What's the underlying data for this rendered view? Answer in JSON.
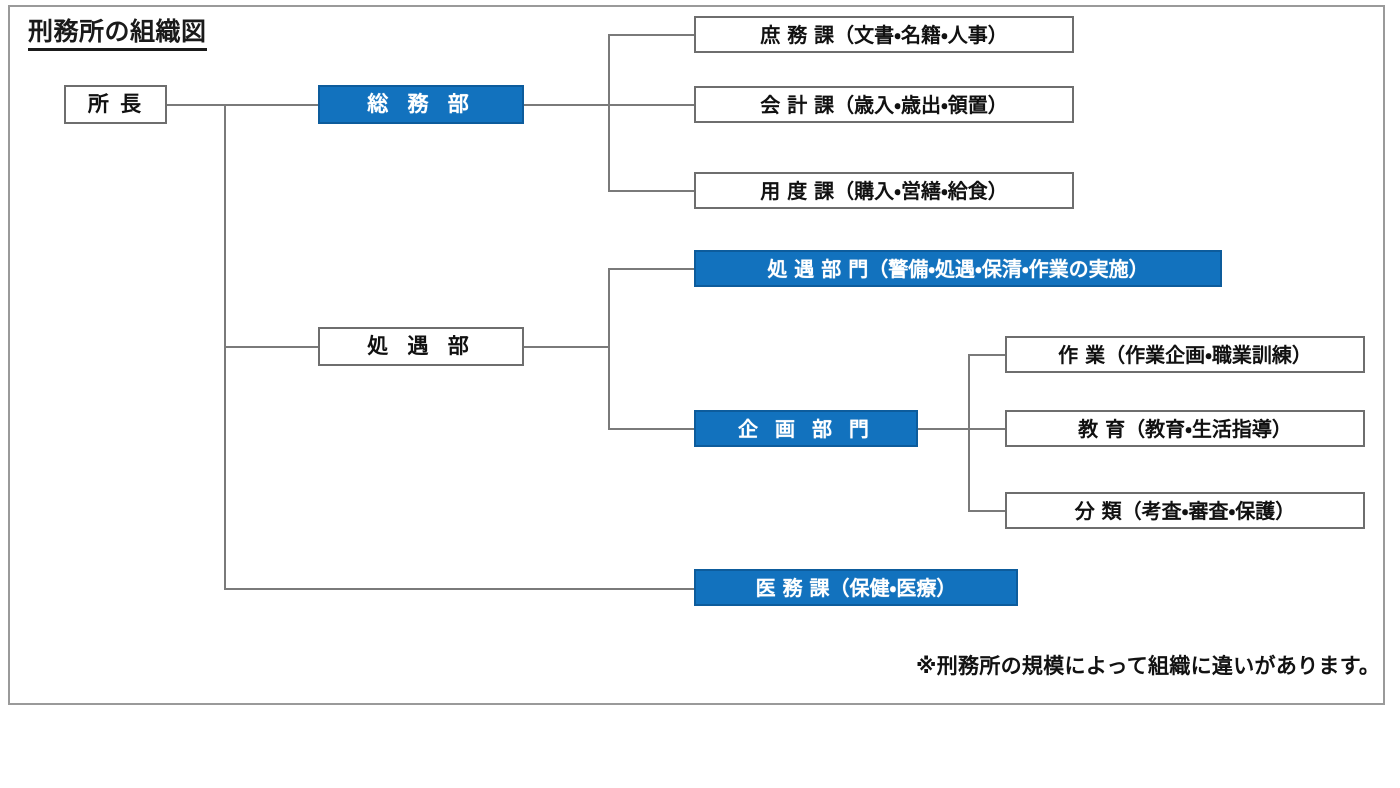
{
  "diagram": {
    "title": "刑務所の組織図",
    "footnote": "※刑務所の規模によって組織に違いがあります。",
    "colors": {
      "accent_fill": "#1272be",
      "accent_border": "#0d5c9c",
      "box_border": "#6e6e6e",
      "connector": "#7a7a7a",
      "frame_border": "#9a9a9a",
      "text": "#111111",
      "accent_text": "#ffffff",
      "background": "#ffffff"
    }
  },
  "nodes": {
    "root": {
      "label": "所 長",
      "style": "plain"
    },
    "general_affairs_dept": {
      "label": "総 務 部",
      "style": "accent"
    },
    "general_affairs_children": [
      {
        "label": "庶 務 課（文書・名籍・人事）",
        "style": "plain"
      },
      {
        "label": "会 計 課（歳入・歳出・領置）",
        "style": "plain"
      },
      {
        "label": "用 度 課（購入・営繕・給食）",
        "style": "plain"
      }
    ],
    "treatment_dept": {
      "label": "処 遇 部",
      "style": "plain"
    },
    "treatment_children": [
      {
        "label": "処 遇 部 門（警備・処遇・保清・作業の実施）",
        "style": "accent"
      },
      {
        "label": "企 画 部 門",
        "style": "accent"
      }
    ],
    "planning_children": [
      {
        "label": "作 業（作業企画・職業訓練）",
        "style": "plain"
      },
      {
        "label": "教 育（教育・生活指導）",
        "style": "plain"
      },
      {
        "label": "分 類（考査・審査・保護）",
        "style": "plain"
      }
    ],
    "medical_dept": {
      "label": "医 務 課（保健・医療）",
      "style": "accent"
    }
  }
}
